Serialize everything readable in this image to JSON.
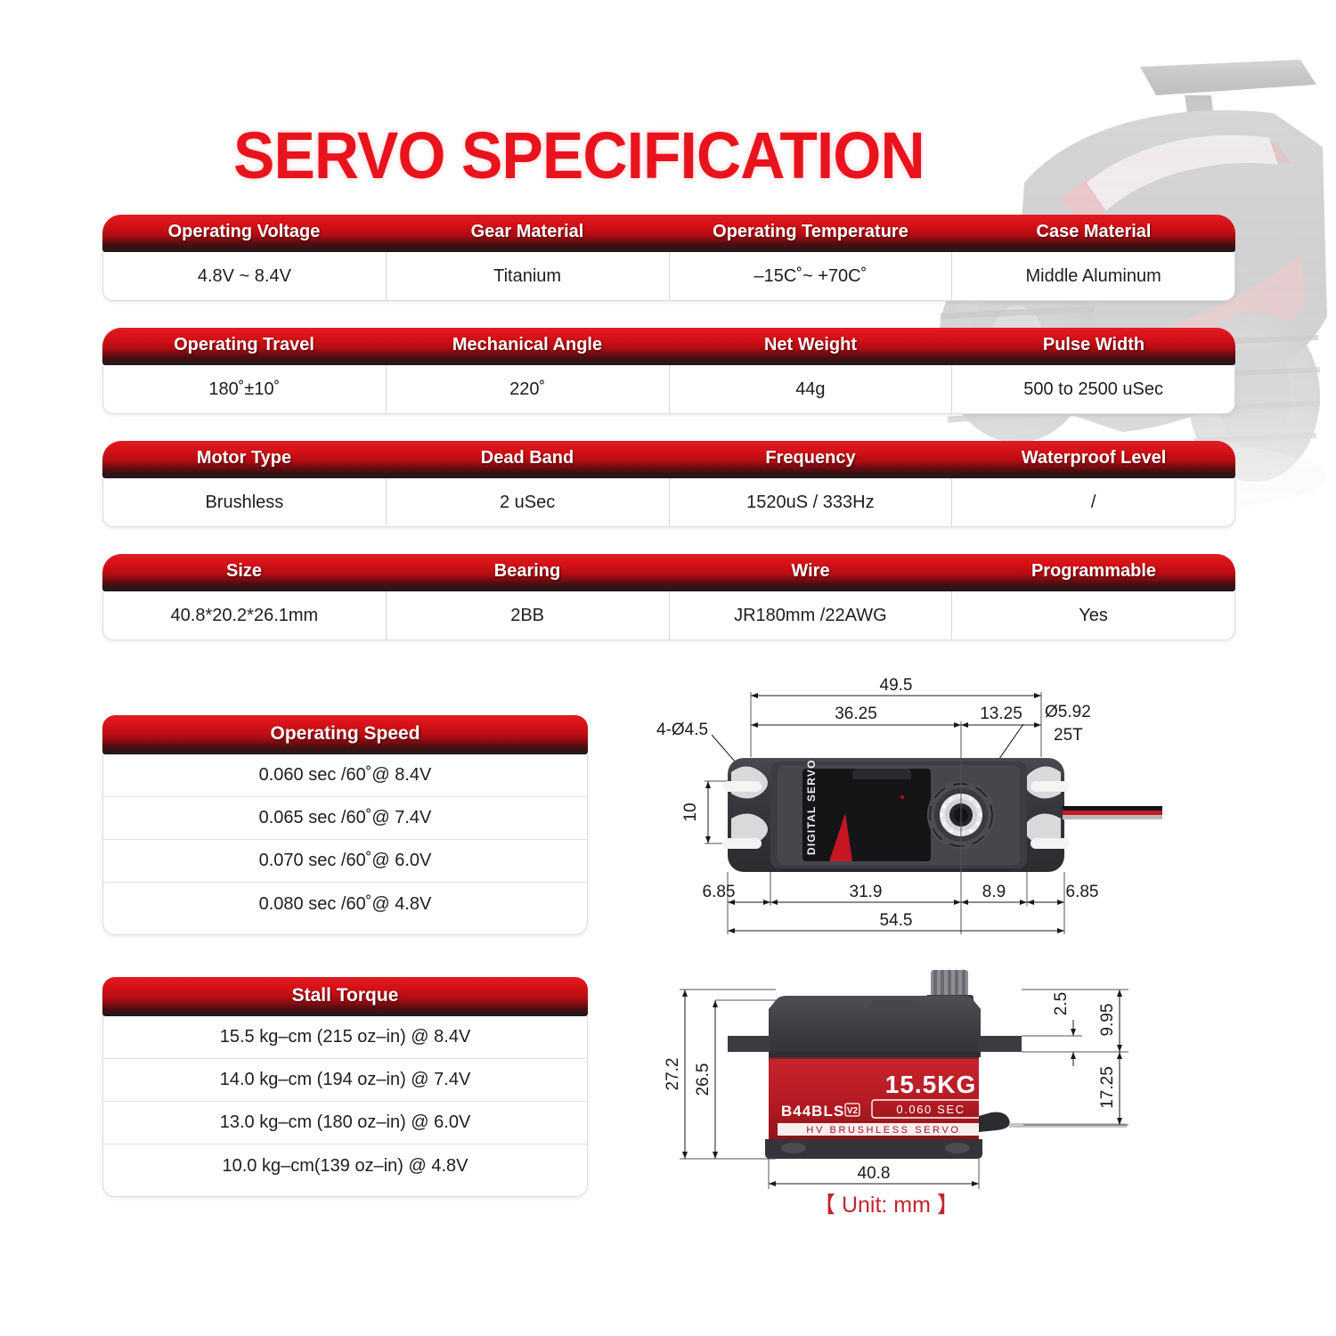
{
  "page": {
    "title": "SERVO SPECIFICATION",
    "unit_label": "【 Unit: mm 】",
    "accent_red": "#e8131d",
    "header_dark": "#1c1c1c"
  },
  "spec_tables": [
    {
      "headers": [
        "Operating Voltage",
        "Gear Material",
        "Operating Temperature",
        "Case Material"
      ],
      "values": [
        "4.8V ~ 8.4V",
        "Titanium",
        "–15C˚~ +70C˚",
        "Middle Aluminum"
      ]
    },
    {
      "headers": [
        "Operating Travel",
        "Mechanical Angle",
        "Net Weight",
        "Pulse Width"
      ],
      "values": [
        "180˚±10˚",
        "220˚",
        "44g",
        "500 to 2500 uSec"
      ]
    },
    {
      "headers": [
        "Motor Type",
        "Dead Band",
        "Frequency",
        "Waterproof Level"
      ],
      "values": [
        "Brushless",
        "2 uSec",
        "1520uS / 333Hz",
        "/"
      ]
    },
    {
      "headers": [
        "Size",
        "Bearing",
        "Wire",
        "Programmable"
      ],
      "values": [
        "40.8*20.2*26.1mm",
        "2BB",
        "JR180mm /22AWG",
        "Yes"
      ]
    }
  ],
  "list_tables": [
    {
      "title": "Operating Speed",
      "rows": [
        "0.060 sec /60˚@ 8.4V",
        "0.065 sec /60˚@ 7.4V",
        "0.070 sec /60˚@ 6.0V",
        "0.080 sec /60˚@ 4.8V"
      ]
    },
    {
      "title": "Stall Torque",
      "rows": [
        "15.5 kg–cm (215 oz–in) @ 8.4V",
        "14.0 kg–cm (194 oz–in) @ 7.4V",
        "13.0 kg–cm (180 oz–in) @ 6.0V",
        "10.0 kg–cm(139 oz–in) @ 4.8V"
      ]
    }
  ],
  "drawings": {
    "top_view": {
      "body_label": "DIGITAL SERVO",
      "dimensions": {
        "overall_top": "49.5",
        "center_to_left": "36.25",
        "center_to_right": "13.25",
        "spline": "Ø5.92",
        "spline_teeth": "25T",
        "mount_holes": "4-Ø4.5",
        "mount_spacing_vertical": "10",
        "left_tab": "6.85",
        "case_width": "31.9",
        "center_to_case_right": "8.9",
        "right_tab": "6.85",
        "overall_bottom": "54.5"
      }
    },
    "side_view": {
      "brand": "B44BLS",
      "version": "V2",
      "torque": "15.5KG",
      "speed": "0.060 SEC",
      "subtitle": "HV BRUSHLESS SERVO",
      "dimensions": {
        "overall_height": "27.2",
        "body_height": "26.5",
        "tab_thickness": "2.5",
        "top_to_tab": "9.95",
        "tab_to_bottom": "17.25",
        "body_width": "40.8"
      }
    }
  }
}
